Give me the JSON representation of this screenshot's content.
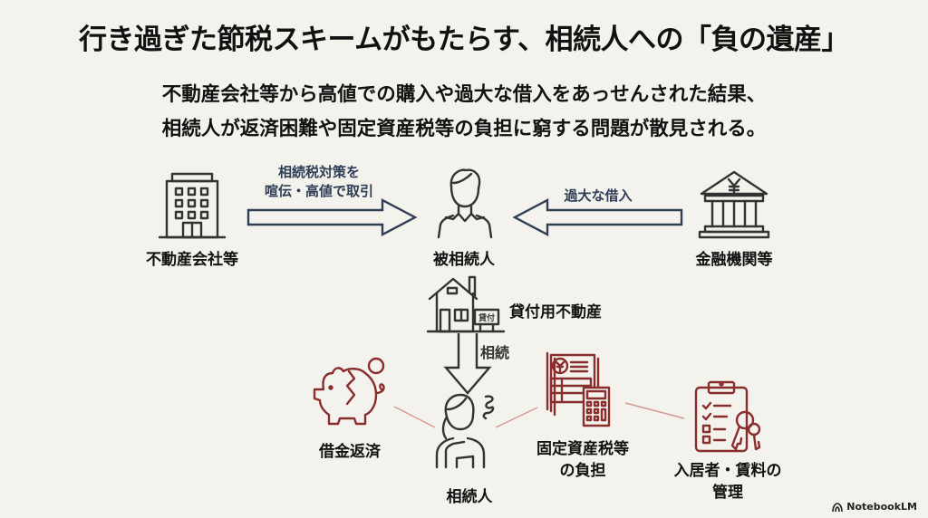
{
  "header": {
    "title": "行き過ぎた節税スキームがもたらす、相続人への「負の遺産」",
    "subtitle_lines": [
      "不動産会社等から高値での購入や過大な借入をあっせんされた結果、",
      "相続人が返済困難や固定資産税等の負担に窮する問題が散見される。"
    ]
  },
  "diagram": {
    "real_estate_company": {
      "label": "不動産会社等",
      "icon": "office-building-icon"
    },
    "arrow_promotion": {
      "label_lines": [
        "相続税対策を",
        "喧伝・高値で取引"
      ],
      "direction": "right"
    },
    "decedent": {
      "label": "被相続人",
      "icon": "person-icon"
    },
    "arrow_loan": {
      "label": "過大な借入",
      "direction": "left"
    },
    "financial_institution": {
      "label": "金融機関等",
      "icon": "bank-yen-icon"
    },
    "rental_property": {
      "label": "貸付用不動産",
      "icon": "house-for-rent-icon",
      "sign_text": "貸付"
    },
    "arrow_inheritance": {
      "label": "相続",
      "direction": "down"
    },
    "heir": {
      "label": "相続人",
      "icon": "worried-person-icon"
    },
    "burdens": [
      {
        "label_lines": [
          "借金返済"
        ],
        "icon": "broken-piggy-bank-icon"
      },
      {
        "label_lines": [
          "固定資産税等",
          "の負担"
        ],
        "icon": "tax-bill-calculator-icon"
      },
      {
        "label_lines": [
          "入居者・賃料の",
          "管理"
        ],
        "icon": "clipboard-keys-icon"
      }
    ],
    "colors": {
      "dark": "#333333",
      "accent_red": "#8a2d2d",
      "arrow_blue": "#2f3d55",
      "connector": "#d49a94",
      "background": "#f3f2ec"
    }
  },
  "branding": {
    "label": "NotebookLM",
    "icon": "notebooklm-logo-icon"
  }
}
